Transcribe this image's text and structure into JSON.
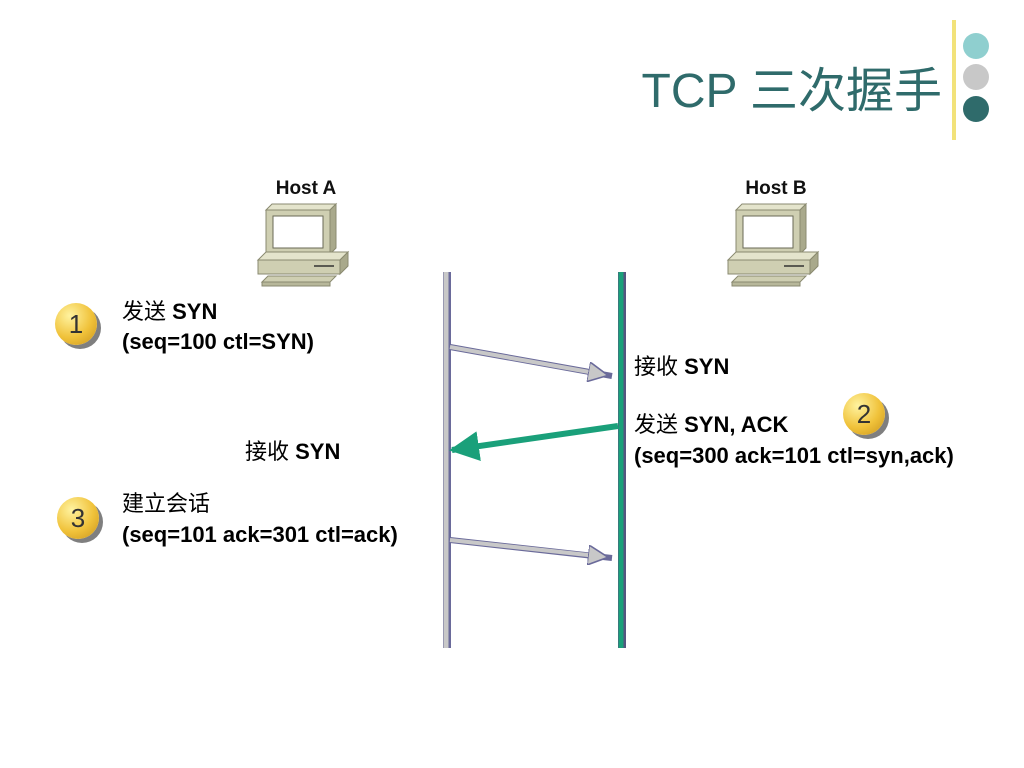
{
  "title": "TCP 三次握手",
  "colors": {
    "title": "#2f6b6b",
    "dot1": "#8fcfcf",
    "dot2": "#c8c8c8",
    "dot3": "#2f6b6b",
    "host_a_line": "#c8c8c8",
    "host_b_line": "#1aa07a",
    "syn_ack_arrow": "#1aa07a"
  },
  "hosts": {
    "a": {
      "label": "Host A",
      "icon": "computer-icon"
    },
    "b": {
      "label": "Host B",
      "icon": "computer-icon"
    }
  },
  "steps": {
    "s1": {
      "badge": "1",
      "line1_zh": "发送 ",
      "line1_en": "SYN",
      "line2": "(seq=100 ctl=SYN)"
    },
    "s1_recv": {
      "zh": "接收 ",
      "en": "SYN"
    },
    "s2": {
      "badge": "2",
      "line1_zh": "发送 ",
      "line1_en": "SYN, ACK",
      "line2": "(seq=300 ack=101 ctl=syn,ack)"
    },
    "s2_recv": {
      "zh": "接收 ",
      "en": "SYN"
    },
    "s3": {
      "badge": "3",
      "line1": "建立会话",
      "line2": "(seq=101 ack=301 ctl=ack)"
    }
  }
}
